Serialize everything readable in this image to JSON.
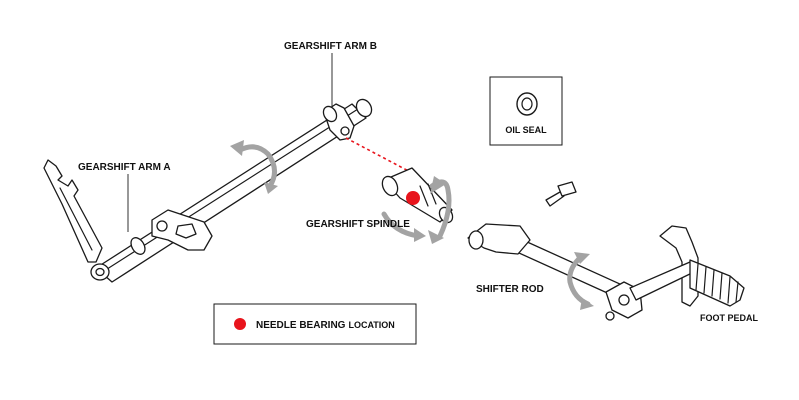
{
  "labels": {
    "gearshift_arm_b": "GEARSHIFT ARM B",
    "gearshift_arm_a": "GEARSHIFT ARM A",
    "oil_seal": "OIL SEAL",
    "gearshift_spindle": "GEARSHIFT SPINDLE",
    "shifter_rod": "SHIFTER ROD",
    "foot_pedal": "FOOT PEDAL"
  },
  "legend": {
    "needle_bearing_main": "NEEDLE BEARING",
    "needle_bearing_suffix": "LOCATION",
    "marker_color": "#e8141c"
  },
  "colors": {
    "rotation_arrow": "#a3a3a3",
    "guide_line": "#e8141c"
  }
}
